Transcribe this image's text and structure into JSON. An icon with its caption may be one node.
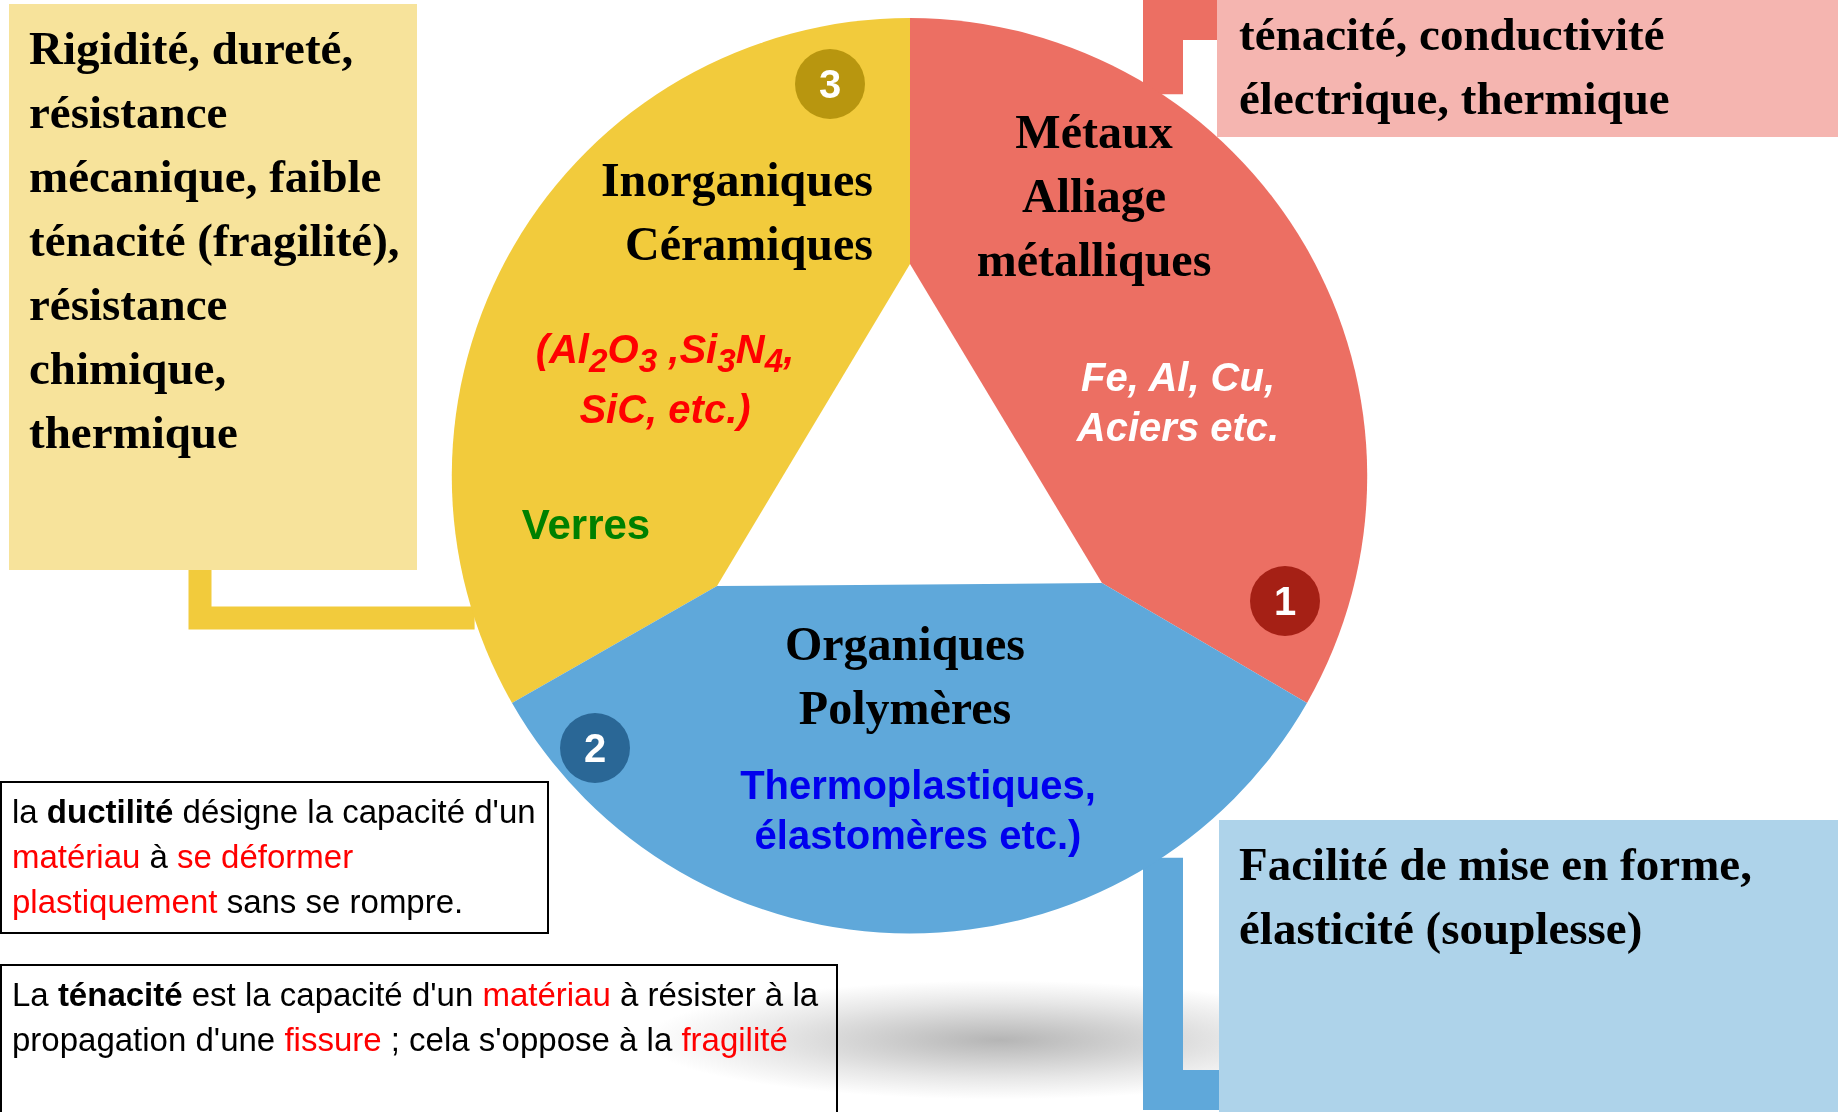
{
  "diagram": {
    "nodes": [
      {
        "text": [
          "Rigidité, dureté, résistance mécanique, faible ténacité (fragilité), résistance chimique, thermique"
        ]
      },
      {
        "text": [
          "ténacité, conductivité électrique, thermique"
        ]
      },
      {
        "text": [
          "Inorganiques Céramiques",
          "(Al$_{2}$O$_{3}$ ,Si$_{3}$N$_{4}$, SiC, etc.)",
          "Verres"
        ]
      },
      {
        "text": [
          "3"
        ],
        "in": 2
      },
      {
        "text": [
          "Métaux Alliage métalliques",
          "Fe, Al, Cu, Aciers etc."
        ]
      },
      {
        "text": [
          "1"
        ],
        "in": 4
      },
      {
        "text": [
          "Organiques Polymères",
          "Thermoplastiques, élastomères etc.)"
        ]
      },
      {
        "text": [
          "2"
        ],
        "in": 6
      },
      {
        "text": [
          "la **ductilité** désigne la capacité d'un *matériau* à *se déformer plastiquement* sans se rompre."
        ]
      },
      {
        "text": [
          "Facilité de mise en forme, élasticité (souplesse)"
        ]
      },
      {
        "text": [
          "La **ténacité** est la capacité d'un *matériau* à résister à la propagation d'une *fissure* ; cela s'oppose à la *fragilité*"
        ]
      }
    ],
    "edges": [
      {
        "from": 0,
        "to": 2,
        "arrow": "none",
        "color": "#f2cb3c"
      },
      {
        "from": 1,
        "to": 4,
        "arrow": "none",
        "color": "#ec6f63"
      },
      {
        "from": 9,
        "to": 6,
        "arrow": "none",
        "color": "#5fa8da"
      }
    ]
  }
}
